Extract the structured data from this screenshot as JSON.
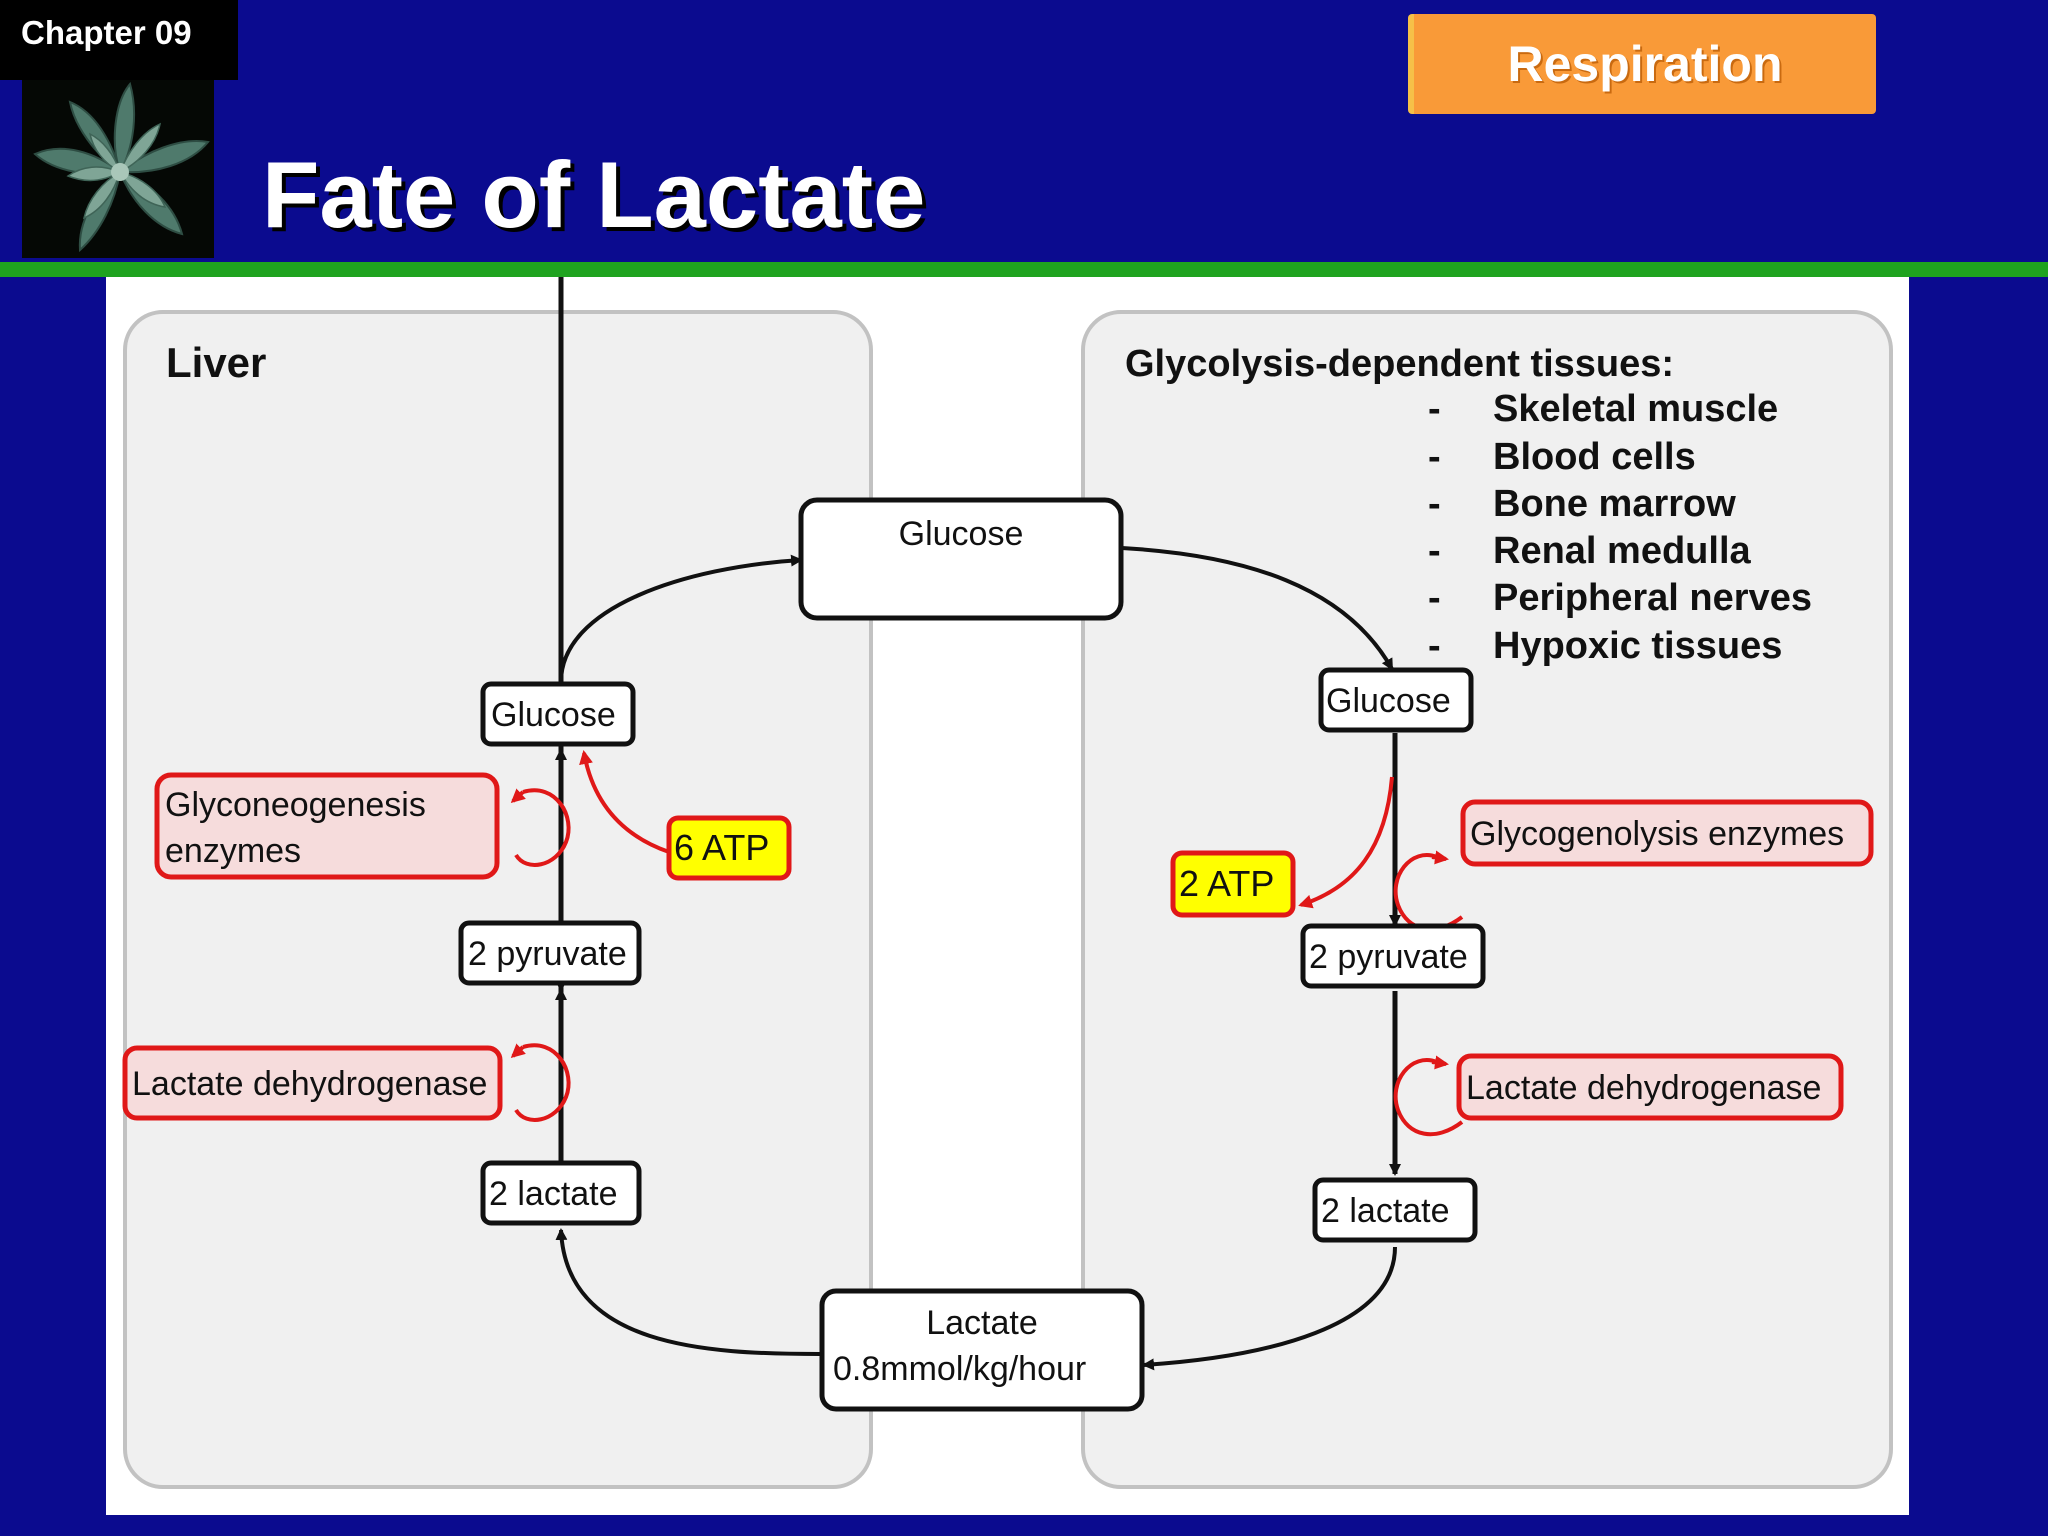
{
  "header": {
    "chapter": "Chapter 09",
    "topic": "Respiration",
    "title": "Fate of Lactate"
  },
  "diagram": {
    "liver": {
      "heading": "Liver",
      "glucose": "Glucose",
      "pyruvate": "2 pyruvate",
      "lactate": "2 lactate",
      "enzyme_top_line1": "Glyconeogenesis",
      "enzyme_top_line2": "enzymes",
      "enzyme_bottom": "Lactate dehydrogenase",
      "atp": "6 ATP"
    },
    "tissues": {
      "heading": "Glycolysis-dependent tissues:",
      "dash": "-",
      "items": [
        "Skeletal muscle",
        "Blood cells",
        "Bone marrow",
        "Renal medulla",
        "Peripheral nerves",
        "Hypoxic tissues"
      ],
      "glucose": "Glucose",
      "pyruvate": "2 pyruvate",
      "lactate": "2 lactate",
      "enzyme_top": "Glycogenolysis enzymes",
      "enzyme_bottom": "Lactate dehydrogenase",
      "atp": "2 ATP"
    },
    "blood_glucose": "Glucose",
    "blood_lactate_line1": "Lactate",
    "blood_lactate_line2": "0.8mmol/kg/hour"
  },
  "colors": {
    "background": "#0b0b8f",
    "banner": "#f99a38",
    "rule": "#1fa31f",
    "enzyme_border": "#e01818",
    "enzyme_fill": "#f6dcdc",
    "atp_fill": "#ffff00"
  }
}
